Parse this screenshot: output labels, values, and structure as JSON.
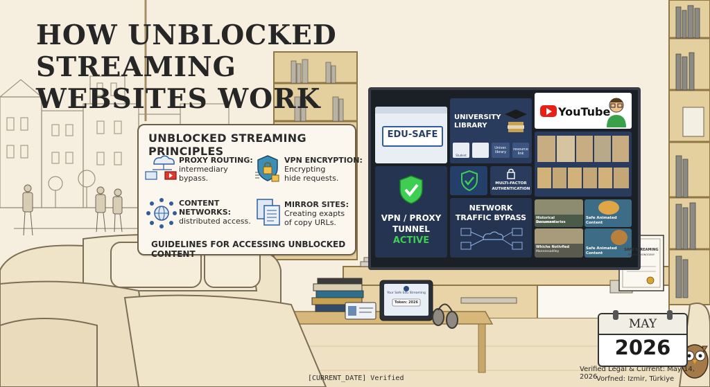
{
  "title_line1": "HOW UNBLOCKED STREAMING",
  "title_line2": "WEBSITES WORK",
  "principles": {
    "heading": "UNBLOCKED STREAMING PRINCIPLES",
    "items": [
      {
        "head": "PROXY ROUTING:",
        "body1": "intermediary",
        "body2": "bypass.",
        "icon": "cloud-router-icon"
      },
      {
        "head": "VPN ENCRYPTION:",
        "body1": "Encrypting",
        "body2": "hide requests.",
        "icon": "lock-shield-icon"
      },
      {
        "head": "CONTENT",
        "head2": "NETWORKS:",
        "body1": "distributed access.",
        "icon": "network-globe-icon"
      },
      {
        "head": "MIRROR SITES:",
        "body1": "Creating exapts",
        "body2": "of copy URLs.",
        "icon": "document-copy-icon"
      }
    ],
    "footer": "GUIDELINES FOR ACCESSING UNBLOCKED CONTENT"
  },
  "tv": {
    "edu_safe": "EDU-SAFE",
    "university": "UNIVERSITY",
    "library": "LIBRARY",
    "uni_small": [
      "Student",
      "Univer. library",
      "resource link"
    ],
    "youtube": "YouTube",
    "vpn_line1": "VPN / PROXY",
    "vpn_line2": "TUNNEL",
    "vpn_line3": "ACTIVE",
    "mfa_line1": "MULTI-FACTOR",
    "mfa_line2": "AUTHENTICATION",
    "network_line1": "NETWORK",
    "network_line2": "TRAFFIC BYPASS",
    "docs1": "Historical Documentaries",
    "docs1_sub": "Mannessent",
    "anim1": "Safe Animated",
    "anim1_sub": "Content",
    "docs2": "Whiche Notivfied",
    "docs2_sub": "Mannessodlley",
    "anim2": "Safe Animated",
    "anim2_sub": "Content"
  },
  "tablet_line1": "Your Safe Edu Streaming",
  "tablet_line2": "Token: 2026",
  "certificate_line1": "SAFE STREAMING",
  "certificate_line2": "TEMPIUS MONOGENY",
  "calendar": {
    "month": "MAY",
    "year": "2026"
  },
  "verified_line1": "Verified Legal & Current: May 14, 2026",
  "verified_line2": "Vorfned: Izmir, Türkiye",
  "footer_tag": "[CURRENT_DATE] Verified",
  "colors": {
    "accent_green": "#3ecf52",
    "tv_navy": "#253451",
    "youtube_red": "#e62117"
  }
}
